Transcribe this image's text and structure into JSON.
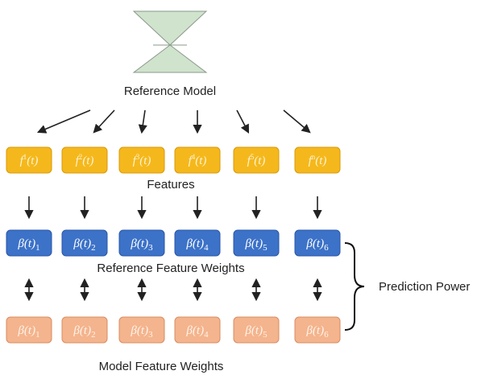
{
  "reference_model": {
    "label": "Reference Model",
    "icon": "hourglass-icon",
    "color_fill": "#cfe3cd",
    "color_stroke": "#8a9a8a"
  },
  "features": {
    "label": "Features",
    "fill": "#f5b81c",
    "stroke": "#d99a0a",
    "text_color": "#fdf3d6",
    "items": [
      {
        "func": "f",
        "sup": "1",
        "arg": "(t)"
      },
      {
        "func": "f",
        "sup": "2",
        "arg": "(t)"
      },
      {
        "func": "f",
        "sup": "3",
        "arg": "(t)"
      },
      {
        "func": "f",
        "sup": "4",
        "arg": "(t)"
      },
      {
        "func": "f",
        "sup": "5",
        "arg": "(t)"
      },
      {
        "func": "f",
        "sup": "n",
        "arg": "(t)"
      }
    ]
  },
  "reference_weights": {
    "label": "Reference Feature Weights",
    "fill": "#3c72c8",
    "stroke": "#2a57a6",
    "text_color": "#ffffff",
    "items": [
      {
        "sym": "β",
        "arg": "(t)",
        "sub": "1"
      },
      {
        "sym": "β",
        "arg": "(t)",
        "sub": "2"
      },
      {
        "sym": "β",
        "arg": "(t)",
        "sub": "3"
      },
      {
        "sym": "β",
        "arg": "(t)",
        "sub": "4"
      },
      {
        "sym": "β",
        "arg": "(t)",
        "sub": "5"
      },
      {
        "sym": "β",
        "arg": "(t)",
        "sub": "6"
      }
    ]
  },
  "model_weights": {
    "label": "Model Feature Weights",
    "fill": "#f4b48d",
    "stroke": "#d98d62",
    "text_color": "#fff3ea",
    "items": [
      {
        "sym": "β",
        "arg": "(t)",
        "sub": "1"
      },
      {
        "sym": "β",
        "arg": "(t)",
        "sub": "2"
      },
      {
        "sym": "β",
        "arg": "(t)",
        "sub": "3"
      },
      {
        "sym": "β",
        "arg": "(t)",
        "sub": "4"
      },
      {
        "sym": "β",
        "arg": "(t)",
        "sub": "5"
      },
      {
        "sym": "β",
        "arg": "(t)",
        "sub": "6"
      }
    ]
  },
  "bracket": {
    "label": "Prediction Power"
  }
}
